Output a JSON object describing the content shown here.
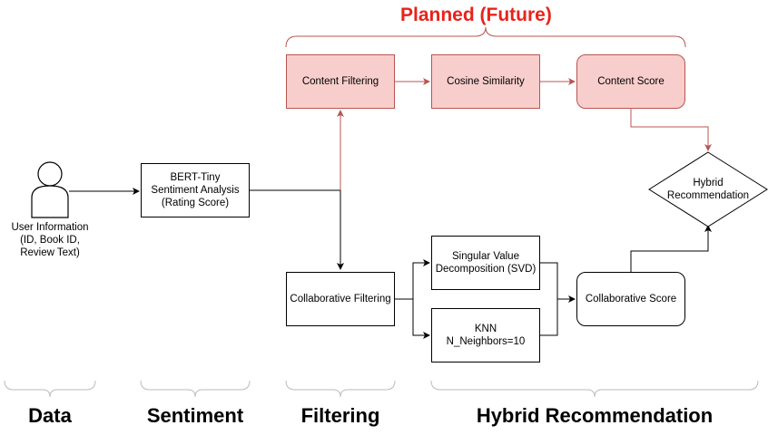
{
  "planned_label": "Planned (Future)",
  "nodes": {
    "user_info": "User Information\n(ID, Book ID,\nReview Text)",
    "bert": "BERT-Tiny\nSentiment Analysis\n(Rating Score)",
    "content_filtering": "Content Filtering",
    "cosine_similarity": "Cosine Similarity",
    "content_score": "Content Score",
    "hybrid": "Hybrid\nRecommendation",
    "collab_filtering": "Collaborative Filtering",
    "svd": "Singular Value\nDecomposition (SVD)",
    "knn": "KNN\nN_Neighbors=10",
    "collab_score": "Collaborative Score"
  },
  "sections": {
    "data": "Data",
    "sentiment": "Sentiment",
    "filtering": "Filtering",
    "hybrid": "Hybrid Recommendation"
  },
  "colors": {
    "planned_red": "#e8231b",
    "planned_fill": "#f8cecc",
    "planned_stroke": "#b85450",
    "brace_gray": "#bbbbbb"
  }
}
